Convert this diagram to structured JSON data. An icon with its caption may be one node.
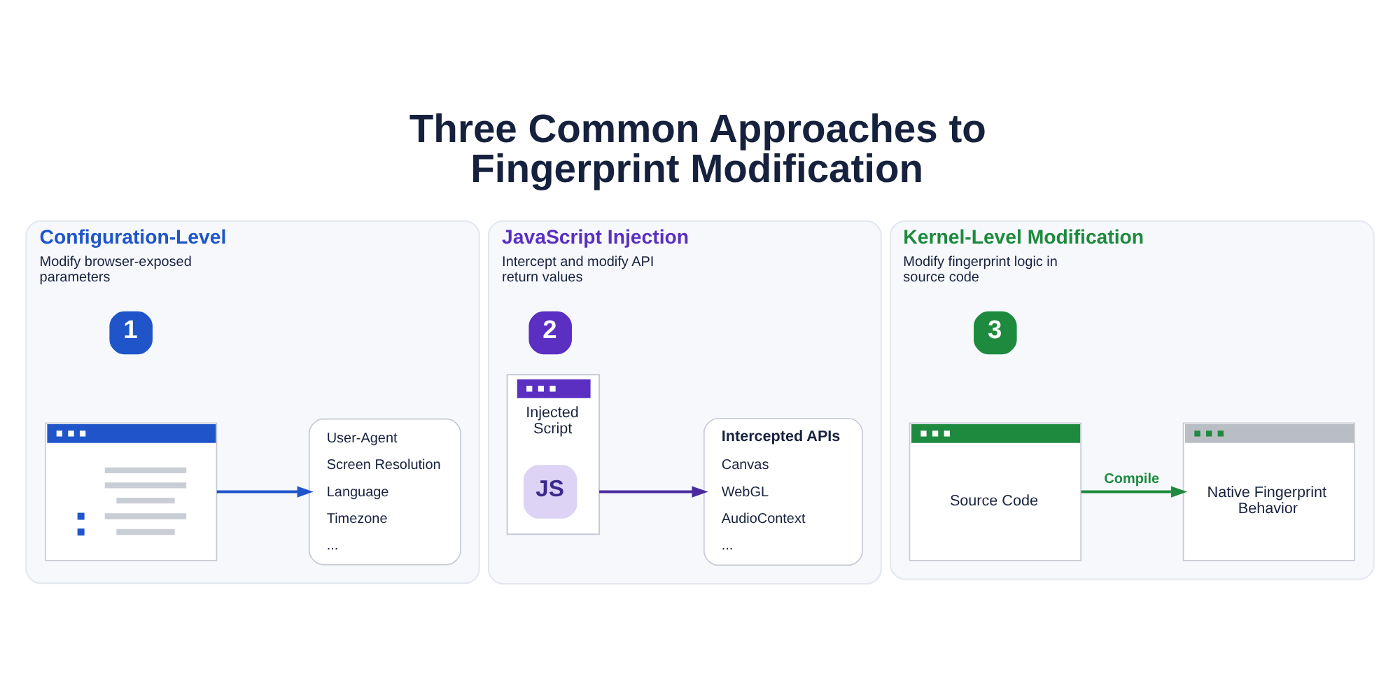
{
  "diagram": {
    "title": "Three Common Approaches to Fingerprint Modification",
    "nodes": [
      {
        "text": [
          "Configuration-Level",
          "Modify browser-exposed parameters"
        ]
      },
      {
        "text": [
          "1"
        ],
        "in": 0
      },
      {
        "text": [],
        "shape": "picture",
        "in": 0
      },
      {
        "text": [
          "User-Agent",
          "Screen Resolution",
          "Language",
          "Timezone",
          "..."
        ],
        "in": 0
      },
      {
        "text": [
          "JavaScript Injection",
          "Intercept and modify API return values"
        ]
      },
      {
        "text": [
          "2"
        ],
        "in": 4
      },
      {
        "text": [
          "Injected Script"
        ],
        "in": 4
      },
      {
        "text": [
          "JS"
        ],
        "in": 6
      },
      {
        "text": [
          "Intercepted APIs",
          "Canvas",
          "WebGL",
          "AudioContext",
          "..."
        ],
        "in": 4
      },
      {
        "text": [
          "Kernel-Level Modification",
          "Modify fingerprint logic in source code"
        ]
      },
      {
        "text": [
          "3"
        ],
        "in": 9
      },
      {
        "text": [
          "Source Code"
        ],
        "in": 9
      },
      {
        "text": [
          "Native Fingerprint Behavior"
        ],
        "in": 9
      }
    ],
    "edges": [
      {
        "from": 2,
        "to": 3,
        "arrow": "to",
        "color": "#1f55c9"
      },
      {
        "from": 6,
        "to": 8,
        "arrow": "to",
        "color": "#4b2a9e"
      },
      {
        "from": 11,
        "to": 12,
        "arrow": "to",
        "label": "Compile",
        "color": "#1e8a3e"
      }
    ]
  }
}
